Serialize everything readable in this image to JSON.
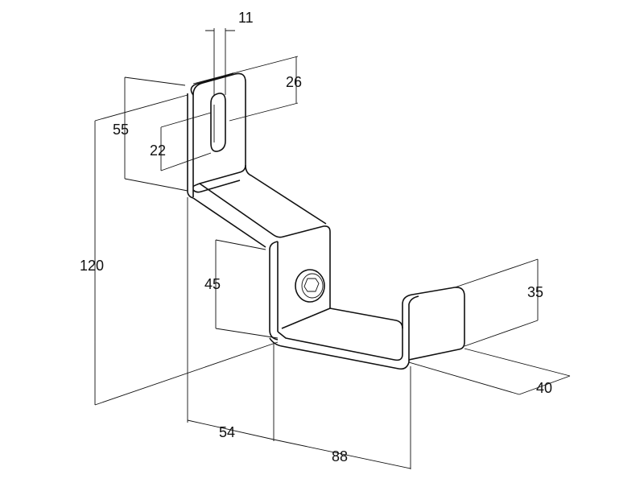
{
  "drawing": {
    "title": "",
    "dimensions": {
      "slot_width": "11",
      "slot_offset_top": "26",
      "upper_plate_height": "55",
      "slot_length": "22",
      "overall_height": "120",
      "middle_plate_height": "45",
      "flange_height": "35",
      "depth": "40",
      "offset_width": "54",
      "base_width": "88"
    }
  }
}
